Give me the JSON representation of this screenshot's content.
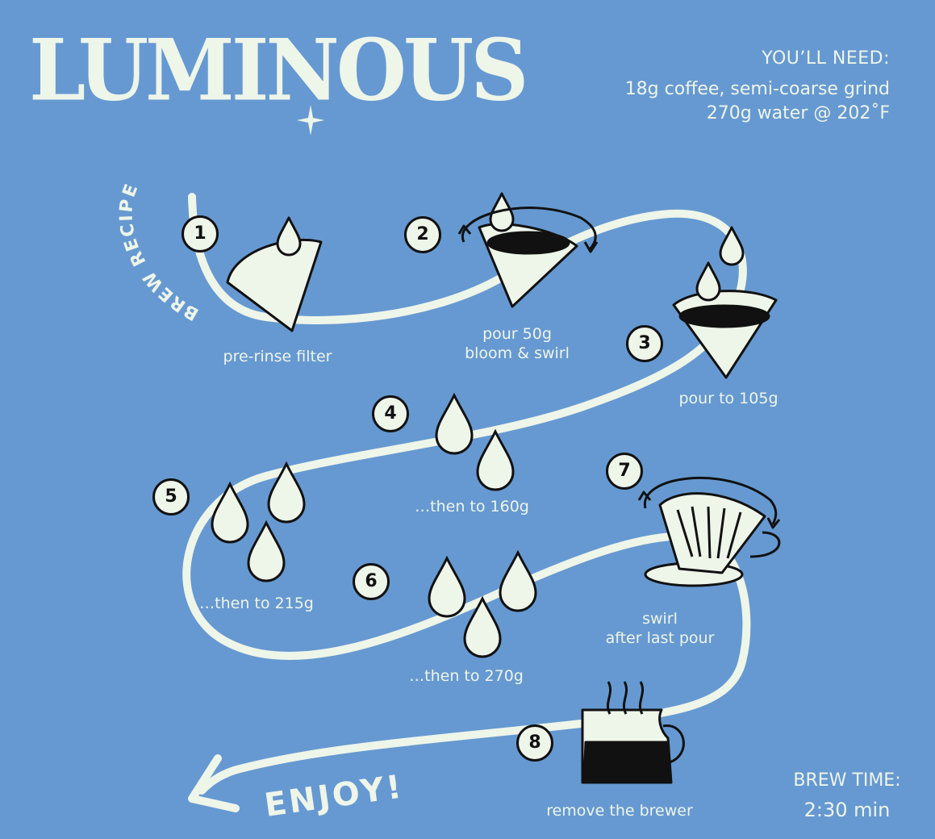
{
  "logo": "LUMINOUS",
  "subtitle": "BREW RECIPE",
  "needs": {
    "heading": "YOU’LL NEED:",
    "line1": "18g coffee, semi-coarse grind",
    "line2": "270g water @ 202˚F"
  },
  "steps": [
    {
      "num": "1",
      "label": "pre-rinse filter"
    },
    {
      "num": "2",
      "label1": "pour 50g",
      "label2": "bloom & swirl"
    },
    {
      "num": "3",
      "label": "pour to 105g"
    },
    {
      "num": "4",
      "label": "…then to 160g"
    },
    {
      "num": "5",
      "label": "…then to 215g"
    },
    {
      "num": "6",
      "label": "…then to 270g"
    },
    {
      "num": "7",
      "label1": "swirl",
      "label2": "after last pour"
    },
    {
      "num": "8",
      "label": "remove the brewer"
    }
  ],
  "enjoy": "ENJOY!",
  "brew_time": {
    "label": "BREW TIME:",
    "value": "2:30 min"
  },
  "colors": {
    "background": "#6699d1",
    "cream": "#eef5e9",
    "ink": "#111111"
  }
}
